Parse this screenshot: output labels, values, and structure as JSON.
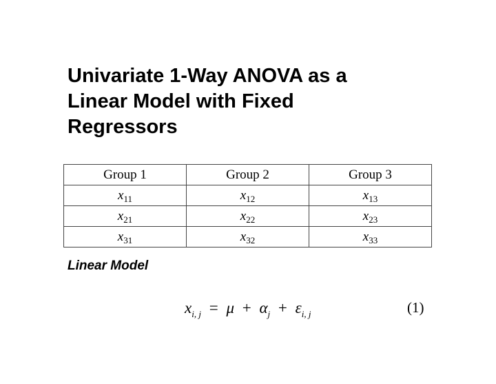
{
  "title": {
    "lines": [
      "Univariate 1-Way ANOVA as a",
      "Linear Model with Fixed",
      "Regressors"
    ]
  },
  "table": {
    "headers": [
      "Group 1",
      "Group 2",
      "Group 3"
    ],
    "rows": [
      [
        {
          "v": "x",
          "s": "11"
        },
        {
          "v": "x",
          "s": "12"
        },
        {
          "v": "x",
          "s": "13"
        }
      ],
      [
        {
          "v": "x",
          "s": "21"
        },
        {
          "v": "x",
          "s": "22"
        },
        {
          "v": "x",
          "s": "23"
        }
      ],
      [
        {
          "v": "x",
          "s": "31"
        },
        {
          "v": "x",
          "s": "32"
        },
        {
          "v": "x",
          "s": "33"
        }
      ]
    ]
  },
  "section_label": "Linear Model",
  "equation": {
    "lhs": "x",
    "lhs_sub": "i, j",
    "eq": "=",
    "mu": "μ",
    "plus1": "+",
    "alpha": "α",
    "alpha_sub": "j",
    "plus2": "+",
    "eps": "ε",
    "eps_sub": "i, j",
    "number": "(1)"
  }
}
